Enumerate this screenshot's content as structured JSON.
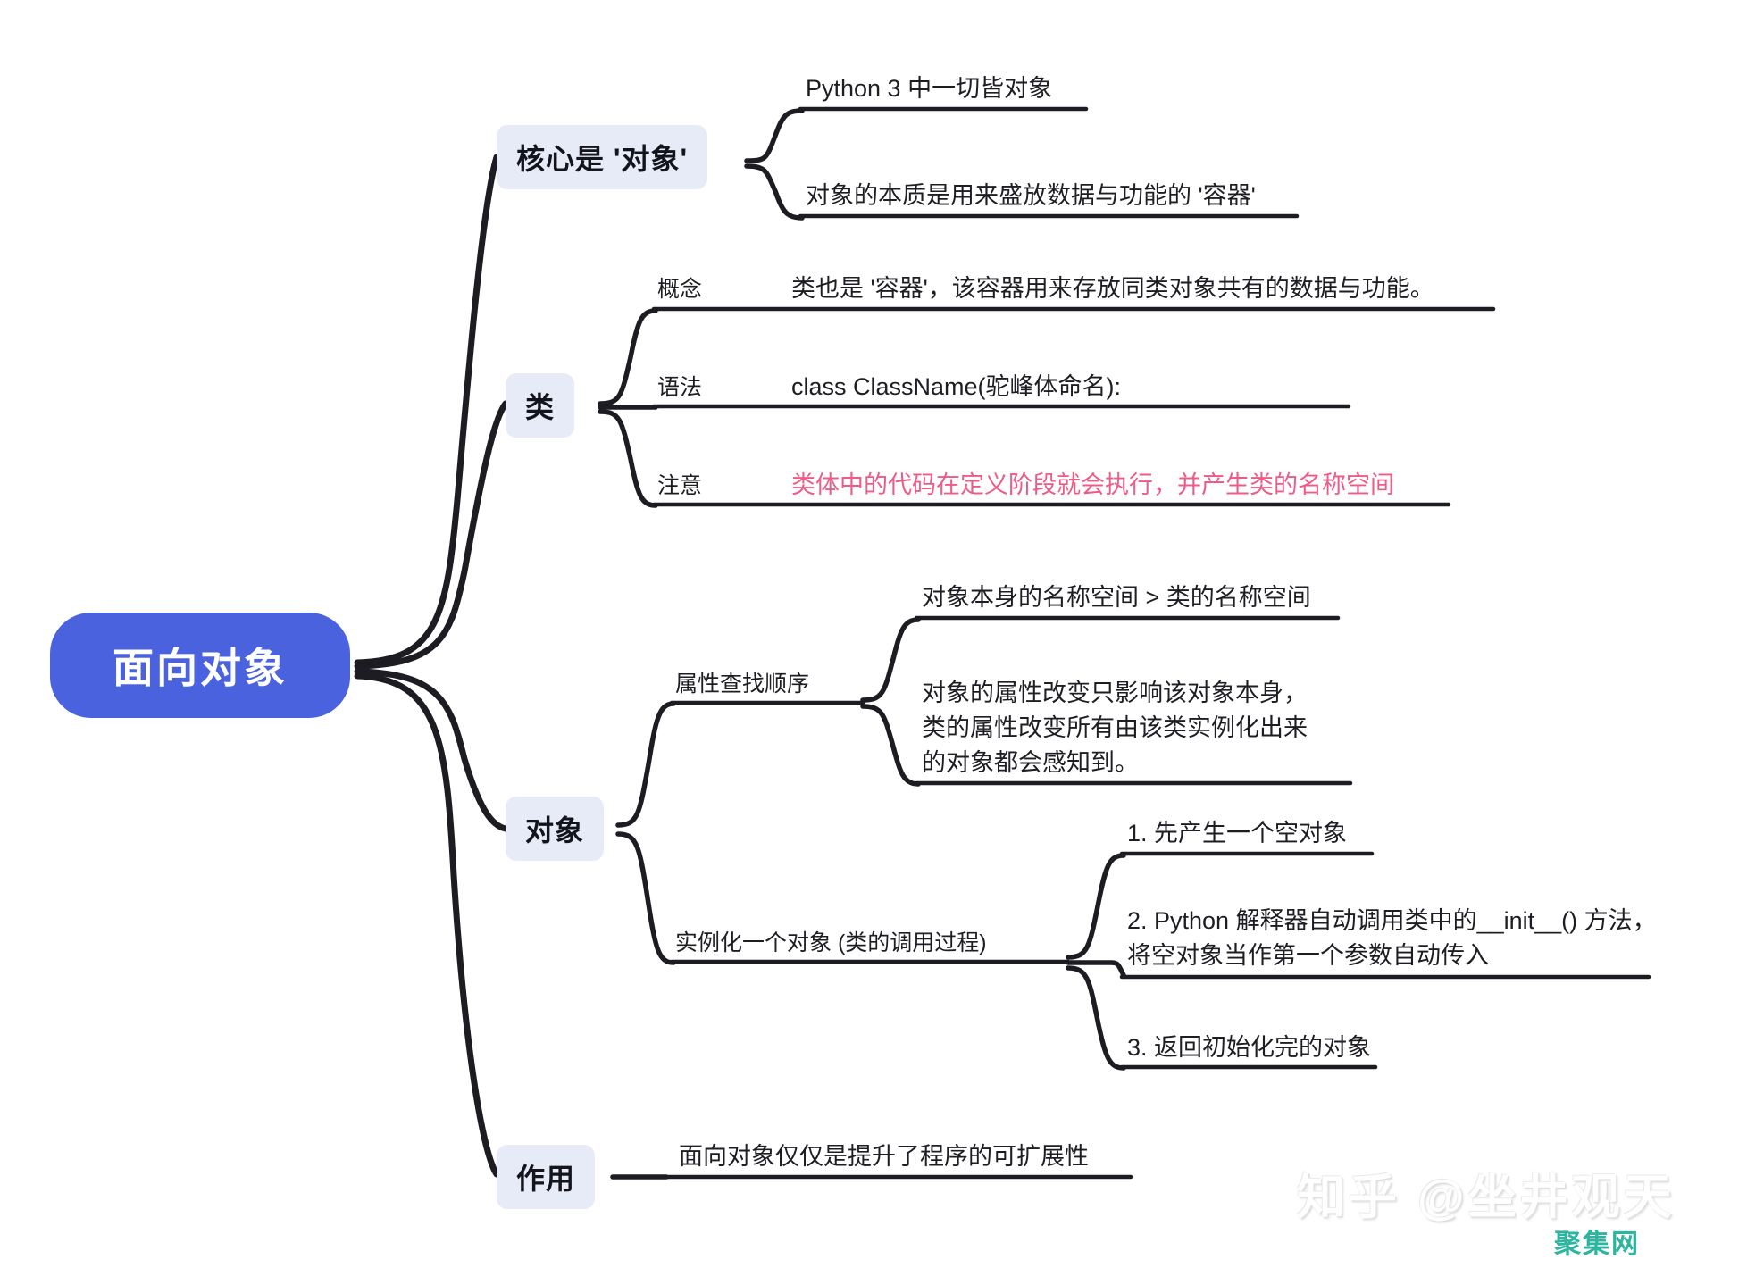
{
  "diagram": {
    "type": "mind-map",
    "title": "面向对象",
    "colors": {
      "root_fill": "#4a62de",
      "root_text": "#ffffff",
      "branch_fill": "#e7ebf8",
      "branch_text": "#14141c",
      "edge": "#1c1c22",
      "body_text": "#1d1d23",
      "danger_text": "#ed5c86",
      "watermark_site": "#2eb5a0",
      "background": "#ffffff"
    }
  },
  "root": {
    "label": "面向对象"
  },
  "branches": [
    {
      "label": "核心是 '对象'",
      "children": [
        {
          "label": "Python 3 中一切皆对象"
        },
        {
          "label": "对象的本质是用来盛放数据与功能的 '容器'"
        }
      ]
    },
    {
      "label": "类",
      "children": [
        {
          "key": "概念",
          "label": "类也是 '容器'，该容器用来存放同类对象共有的数据与功能。"
        },
        {
          "key": "语法",
          "label": "class ClassName(驼峰体命名):"
        },
        {
          "key": "注意",
          "label": "类体中的代码在定义阶段就会执行，并产生类的名称空间",
          "emphasis": "danger"
        }
      ]
    },
    {
      "label": "对象",
      "children": [
        {
          "key": "属性查找顺序",
          "grandchildren": [
            {
              "label": "对象本身的名称空间 > 类的名称空间"
            },
            {
              "line1": "对象的属性改变只影响该对象本身，",
              "line2": "类的属性改变所有由该类实例化出来",
              "line3": "的对象都会感知到。"
            }
          ]
        },
        {
          "key": "实例化一个对象 (类的调用过程)",
          "grandchildren": [
            {
              "label": "1. 先产生一个空对象"
            },
            {
              "line1": "2. Python 解释器自动调用类中的__init__() 方法，",
              "line2": "将空对象当作第一个参数自动传入"
            },
            {
              "label": "3. 返回初始化完的对象"
            }
          ]
        }
      ]
    },
    {
      "label": "作用",
      "children": [
        {
          "label": "面向对象仅仅是提升了程序的可扩展性"
        }
      ]
    }
  ],
  "watermark": {
    "zhihu": "知乎 @坐井观天",
    "site": "聚集网"
  }
}
